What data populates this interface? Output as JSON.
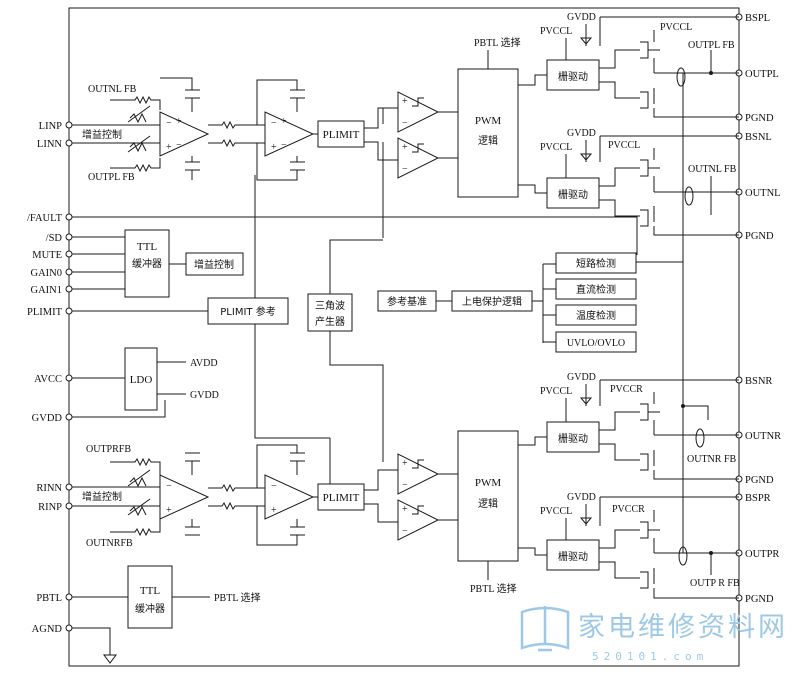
{
  "pins_left": [
    "LINP",
    "LINN",
    "/FAULT",
    "/SD",
    "MUTE",
    "GAIN0",
    "GAIN1",
    "PLIMIT",
    "AVCC",
    "GVDD",
    "RINN",
    "RINP",
    "PBTL",
    "AGND"
  ],
  "pins_right": [
    "BSPL",
    "OUTPL",
    "PGND",
    "BSNL",
    "OUTNL",
    "PGND",
    "BSNR",
    "OUTNR",
    "PGND",
    "BSPR",
    "OUTPR",
    "PGND"
  ],
  "blocks": {
    "gain_ctrl": "增益控制",
    "plimit": "PLIMIT",
    "pwm": "PWM",
    "logic": "逻辑",
    "gate_drive": "栅驱动",
    "ttl": "TTL",
    "buffer": "缓冲器",
    "ldo": "LDO",
    "plimit_ref": "PLIMIT 参考",
    "tri_gen_1": "三角波",
    "tri_gen_2": "产生器",
    "ref_bias": "参考基准",
    "power_on_protect": "上电保护逻辑",
    "short_detect": "短路检测",
    "dc_detect": "直流检测",
    "temp_detect": "温度检测",
    "uvlo_ovlo": "UVLO/OVLO"
  },
  "labels": {
    "pbtl_select": "PBTL 选择",
    "outnl_fb": "OUTNL FB",
    "outpl_fb": "OUTPL FB",
    "outpr_fb": "OUTPRFB",
    "outnr_fb": "OUTNRFB",
    "outnl_fb_r": "OUTNL FB",
    "outpl_fb_r": "OUTPL FB",
    "outnr_fb_r": "OUTNR FB",
    "outpr_fb_r": "OUTP R FB",
    "gvdd": "GVDD",
    "pvccl": "PVCCL",
    "pvccr": "PVCCR",
    "avdd": "AVDD"
  },
  "watermark": {
    "text": "家电维修资料网",
    "sub": "520101.com"
  },
  "colors": {
    "line": "#1a1a1a",
    "watermark": "#9ec9e6"
  }
}
